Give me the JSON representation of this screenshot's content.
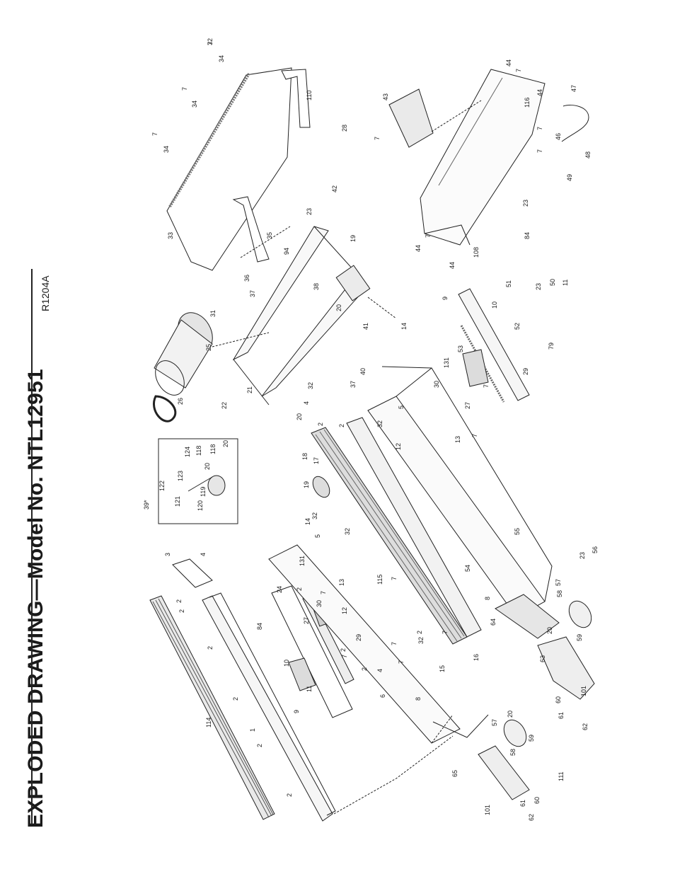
{
  "header": {
    "title": "EXPLODED DRAWING—Model No. NTL12951",
    "drawing_code": "R1204A"
  },
  "inset": {
    "label": "39*"
  },
  "part_numbers": [
    "7",
    "34",
    "7",
    "34",
    "7",
    "34",
    "110",
    "33",
    "35",
    "43",
    "44",
    "7",
    "44",
    "116",
    "47",
    "7",
    "46",
    "48",
    "49",
    "7",
    "23",
    "28",
    "7",
    "42",
    "23",
    "94",
    "19",
    "20",
    "38",
    "37",
    "36",
    "31",
    "25",
    "26",
    "21",
    "22",
    "20",
    "41",
    "40",
    "37",
    "14",
    "44",
    "7",
    "44",
    "108",
    "84",
    "9",
    "51",
    "23",
    "50",
    "11",
    "10",
    "52",
    "79",
    "29",
    "131",
    "30",
    "27",
    "7",
    "53",
    "4",
    "32",
    "5",
    "32",
    "12",
    "13",
    "7",
    "2",
    "2",
    "18",
    "17",
    "19",
    "122",
    "121",
    "123",
    "124",
    "118",
    "20",
    "118",
    "20",
    "119",
    "120",
    "14",
    "32",
    "5",
    "32",
    "131",
    "3",
    "4",
    "2",
    "2",
    "24",
    "84",
    "30",
    "27",
    "12",
    "13",
    "7",
    "29",
    "10",
    "9",
    "11",
    "7",
    "7",
    "4",
    "6",
    "8",
    "15",
    "16",
    "115",
    "54",
    "55",
    "56",
    "23",
    "57",
    "58",
    "8",
    "64",
    "20",
    "59",
    "63",
    "60",
    "61",
    "101",
    "62",
    "57",
    "20",
    "59",
    "58",
    "65",
    "111",
    "101",
    "61",
    "60",
    "62",
    "114",
    "1",
    "2",
    "2",
    "2",
    "2",
    "2",
    "7",
    "7",
    "2",
    "2",
    "2",
    "7",
    "32",
    "32"
  ]
}
